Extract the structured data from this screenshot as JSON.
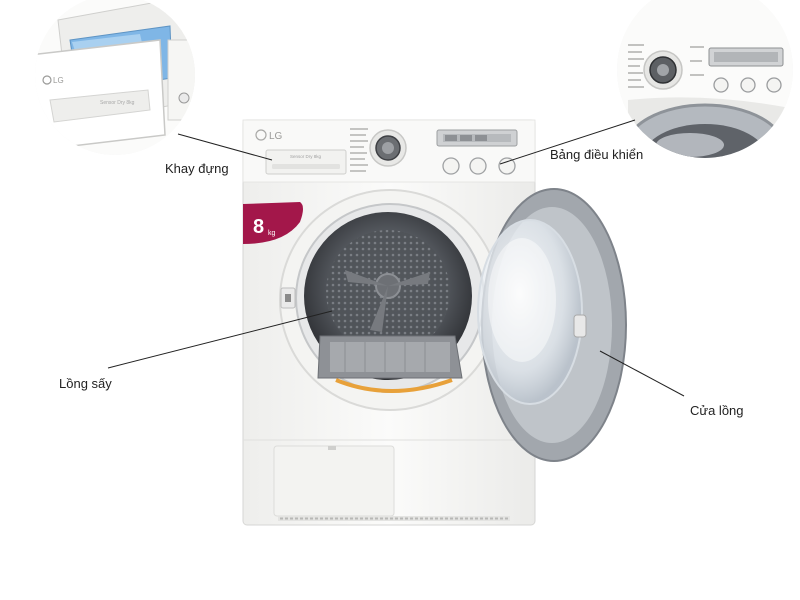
{
  "callouts": [
    {
      "id": "drawer",
      "text": "Khay đựng"
    },
    {
      "id": "panel",
      "text": "Bảng điều khiển"
    },
    {
      "id": "drum",
      "text": "Lồng sấy"
    },
    {
      "id": "door",
      "text": "Cửa lồng"
    }
  ],
  "machine": {
    "brand": "LG",
    "model_text": "Sensor Dry 8kg",
    "badge_number": "8",
    "badge_unit": "kg"
  },
  "colors": {
    "body": "#f6f6f4",
    "badge": "#a3174a",
    "door_ring": "#9a9fa6",
    "drum": "#4a4d52",
    "line": "#222222"
  }
}
